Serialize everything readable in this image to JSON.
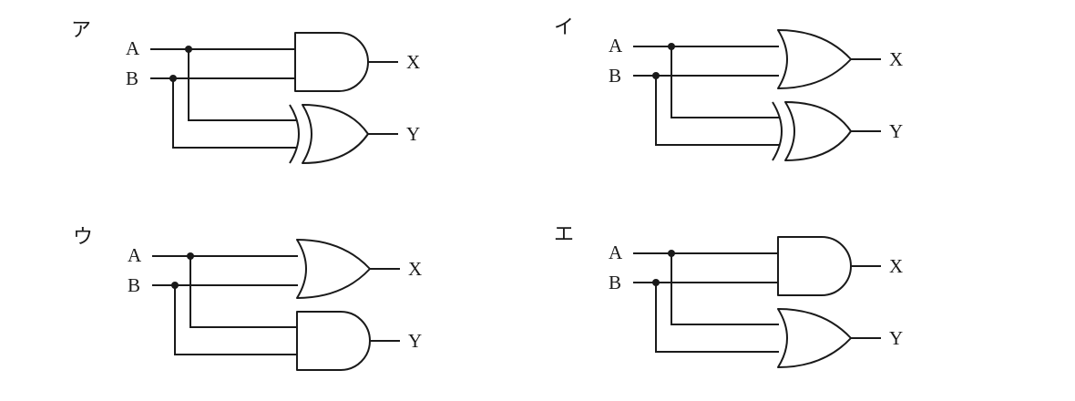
{
  "options": [
    {
      "label": "ア",
      "inputs": [
        "A",
        "B"
      ],
      "outputs": [
        "X",
        "Y"
      ],
      "gate_top": "AND",
      "gate_bottom": "XOR"
    },
    {
      "label": "イ",
      "inputs": [
        "A",
        "B"
      ],
      "outputs": [
        "X",
        "Y"
      ],
      "gate_top": "OR",
      "gate_bottom": "XOR"
    },
    {
      "label": "ウ",
      "inputs": [
        "A",
        "B"
      ],
      "outputs": [
        "X",
        "Y"
      ],
      "gate_top": "OR",
      "gate_bottom": "AND"
    },
    {
      "label": "エ",
      "inputs": [
        "A",
        "B"
      ],
      "outputs": [
        "X",
        "Y"
      ],
      "gate_top": "AND",
      "gate_bottom": "OR"
    }
  ]
}
